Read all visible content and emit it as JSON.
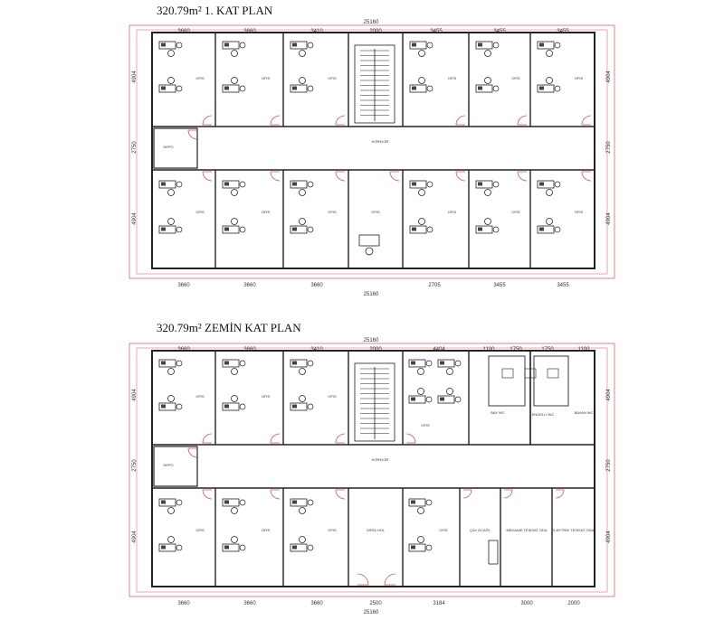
{
  "plans": [
    {
      "title": "320.79m² 1. KAT PLAN",
      "dims_top": [
        "3660",
        "3660",
        "3410",
        "2000",
        "3455",
        "3455",
        "3455"
      ],
      "dim_total_top": "25160",
      "dims_bottom": [
        "3660",
        "3660",
        "3660",
        "2705",
        "3455",
        "3455"
      ],
      "dim_total_bottom": "25160",
      "dims_left": [
        "4904",
        "2750",
        "4904"
      ],
      "dims_right": [
        "4904",
        "2750",
        "4904"
      ],
      "corridor_label": "KORIDOR",
      "room_labels_top": [
        "OFIS",
        "OFIS",
        "OFIS",
        "OFIS",
        "OFIS",
        "OFIS"
      ],
      "room_labels_bottom": [
        "OFIS",
        "OFIS",
        "OFIS",
        "OFIS",
        "OFIS",
        "OFIS",
        "OFIS"
      ],
      "side_room_label": "DEPO"
    },
    {
      "title": "320.79m² ZEMİN KAT PLAN",
      "dims_top": [
        "3660",
        "3660",
        "3410",
        "2000",
        "4404",
        "1100",
        "1750",
        "1750",
        "1100"
      ],
      "dim_total_top": "25160",
      "dims_bottom": [
        "3660",
        "3660",
        "3660",
        "2500",
        "3184",
        "3000",
        "2000"
      ],
      "dim_total_bottom": "25160",
      "dims_left": [
        "4904",
        "2750",
        "4904"
      ],
      "dims_right": [
        "4904",
        "2750",
        "4904"
      ],
      "corridor_label": "KORIDOR",
      "room_labels_top": [
        "OFIS",
        "OFIS",
        "OFIS",
        "OFIS",
        "BAY WC",
        "ENGELLI WC",
        "BAYAN WC"
      ],
      "room_labels_bottom": [
        "OFIS",
        "OFIS",
        "OFIS",
        "GİRİŞ HOL",
        "OFIS",
        "ÇAY OCAĞI",
        "MEKANİK TESİSAT ODA",
        "ELEKTRİK TESİSAT ODA"
      ],
      "side_room_label": "DEPO"
    }
  ]
}
